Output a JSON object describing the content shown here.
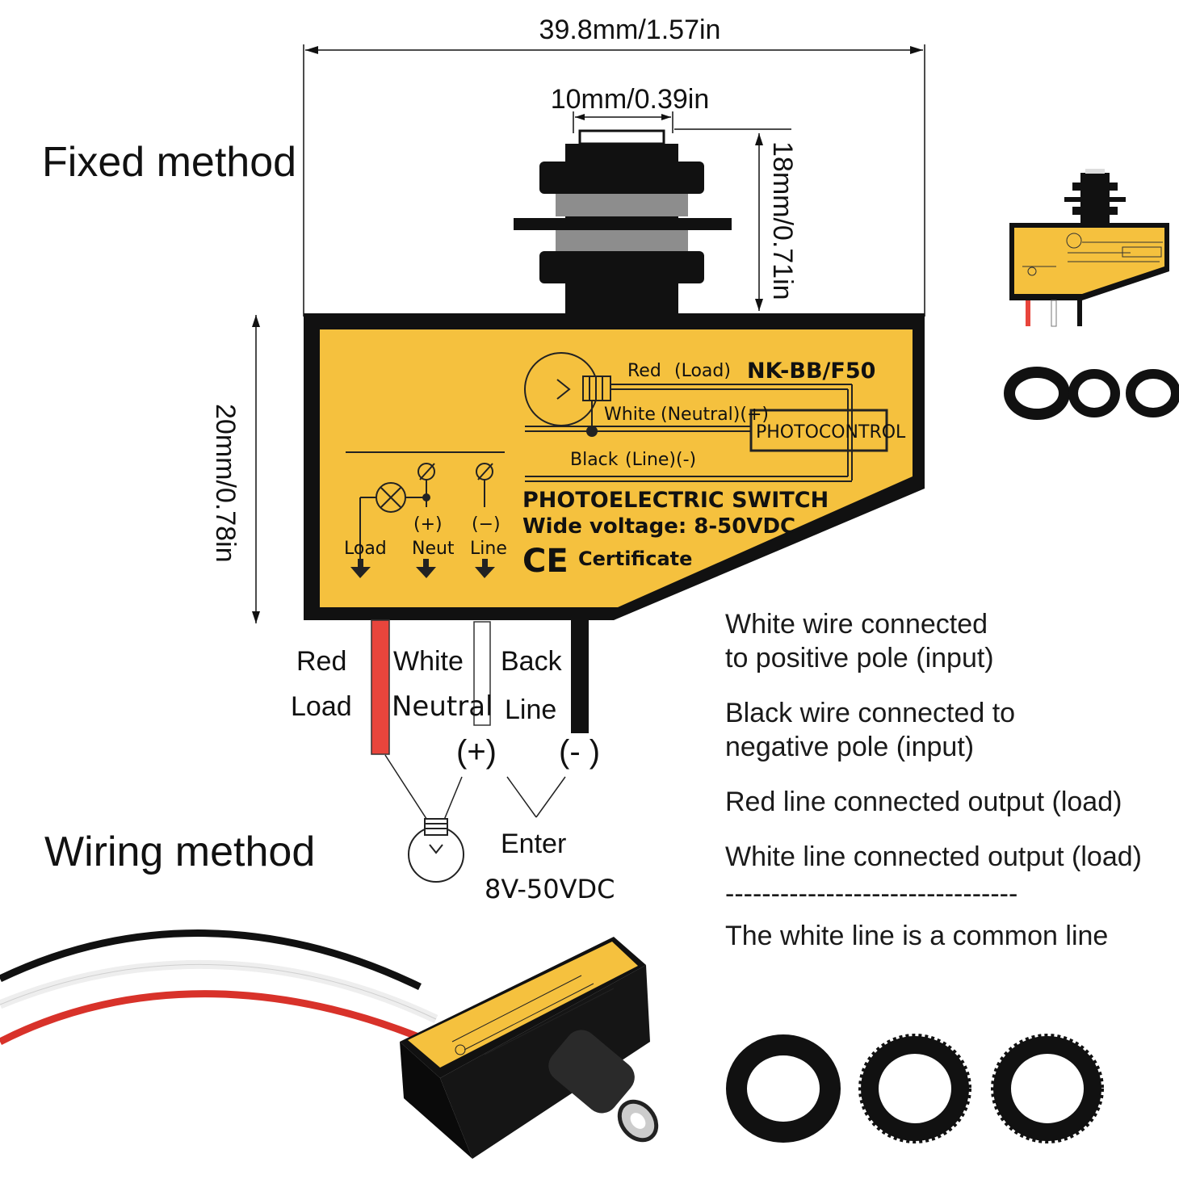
{
  "headings": {
    "fixed_method": "Fixed method",
    "wiring_method": "Wiring method"
  },
  "dimensions": {
    "overall_width": "39.8mm/1.57in",
    "lens_width": "10mm/0.39in",
    "lens_height": "18mm/0.71in",
    "body_height": "20mm/0.78in"
  },
  "panel": {
    "model": "NK-BB/F50",
    "red_label": "Red",
    "red_role": "(Load)",
    "white_label": "White",
    "white_role": "(Neutral)(+)",
    "black_label": "Black",
    "black_role": "(Line)(-)",
    "photocontrol": "PHOTOCONTROL",
    "title": "PHOTOELECTRIC SWITCH",
    "voltage": "Wide voltage: 8-50VDC",
    "ce_mark": "CE",
    "certificate": "Certificate",
    "term_load": "Load",
    "term_neut_sign": "(+)",
    "term_neut": "Neut",
    "term_line_sign": "(−)",
    "term_line": "Line"
  },
  "wires": {
    "red_color": "Red",
    "red_role": "Load",
    "white_color": "White",
    "white_role": "Neutral",
    "black_color": "Back",
    "black_role": "Line",
    "plus": "(+)",
    "minus": "(- )",
    "enter": "Enter",
    "enter_voltage": "8V-50VDC"
  },
  "notes": {
    "n1_line1": "White wire connected",
    "n1_line2": "to positive pole (input)",
    "n2_line1": "Black wire connected to",
    "n2_line2": "negative pole (input)",
    "n3": "Red line connected output (load)",
    "n4": "White line connected output (load)",
    "divider": "--------------------------------",
    "n5": "The white line is a common line"
  },
  "colors": {
    "panel_yellow": "#f5c13e",
    "wire_red": "#e8453c",
    "body_black": "#111111"
  }
}
